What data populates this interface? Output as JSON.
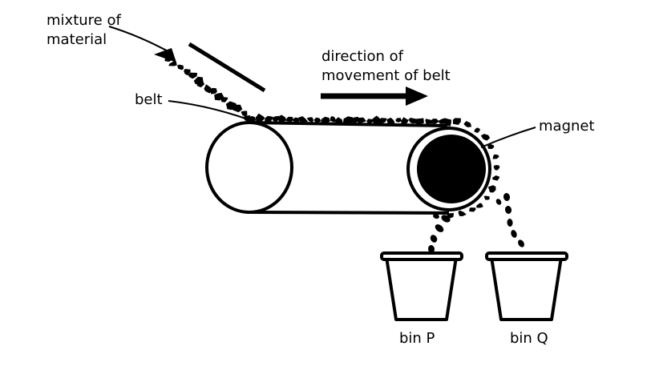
{
  "labels": {
    "mixture_line1": "mixture of",
    "mixture_line2": "material",
    "belt": "belt",
    "direction_line1": "direction of",
    "direction_line2": "movement of belt",
    "magnet": "magnet",
    "bin_p": "bin P",
    "bin_q": "bin Q"
  },
  "colors": {
    "ink": "#000000",
    "background": "#ffffff"
  }
}
